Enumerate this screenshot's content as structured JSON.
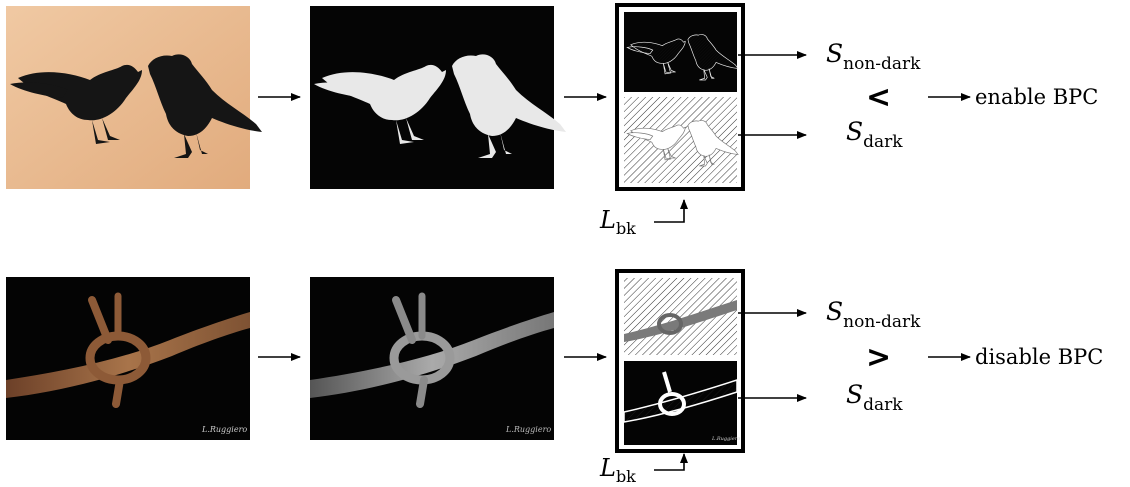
{
  "rows": [
    {
      "id": "crows",
      "score_top": {
        "symbol": "S",
        "subscript": "non-dark"
      },
      "score_bottom": {
        "symbol": "S",
        "subscript": "dark"
      },
      "comparison": "<",
      "decision": "enable BPC",
      "threshold": {
        "symbol": "L",
        "subscript": "bk"
      }
    },
    {
      "id": "wire",
      "score_top": {
        "symbol": "S",
        "subscript": "non-dark"
      },
      "score_bottom": {
        "symbol": "S",
        "subscript": "dark"
      },
      "comparison": ">",
      "decision": "disable BPC",
      "threshold": {
        "symbol": "L",
        "subscript": "bk"
      },
      "watermark": "L.Ruggiero"
    }
  ],
  "colors": {
    "sand_light": "#f0c8a2",
    "sand_dark": "#dfa778",
    "crow": "#141414",
    "rust": "#9a6a45",
    "background_dark": "#050505"
  }
}
